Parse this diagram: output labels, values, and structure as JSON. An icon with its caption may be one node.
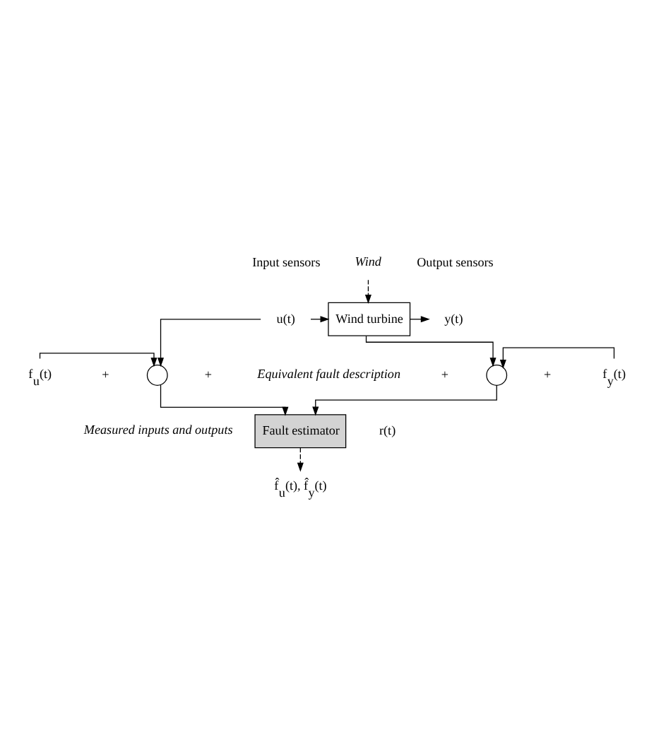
{
  "diagram": {
    "nodes": [
      {
        "text": [
          "Wind turbine"
        ]
      },
      {
        "text": [
          "Fault estimator"
        ],
        "beside": [
          "r(t)"
        ]
      },
      {
        "text": [],
        "shape": "circle"
      },
      {
        "text": [],
        "shape": "circle"
      },
      {
        "text": [
          "u(t)"
        ]
      },
      {
        "text": [
          "f$_{u}$(t)"
        ]
      },
      {
        "text": [
          "f$_{y}$(t)"
        ]
      },
      {
        "text": [
          "y(t)"
        ]
      },
      {
        "text": [
          "Wind"
        ]
      },
      {
        "text": [
          "f̂$_{u}$(t), f̂$_{y}$(t)"
        ]
      }
    ],
    "edges": [
      {
        "from": 4,
        "to": 0,
        "arrow": "to"
      },
      {
        "from": 4,
        "to": 2,
        "arrow": "to"
      },
      {
        "from": 5,
        "to": 2,
        "arrow": "to"
      },
      {
        "from": 8,
        "to": 0,
        "arrow": "to",
        "style": "dashed"
      },
      {
        "from": 0,
        "to": 7,
        "arrow": "to"
      },
      {
        "from": 0,
        "to": 3,
        "arrow": "to"
      },
      {
        "from": 6,
        "to": 3,
        "arrow": "to"
      },
      {
        "from": 2,
        "to": 1,
        "arrow": "to"
      },
      {
        "from": 3,
        "to": 1,
        "arrow": "to"
      },
      {
        "from": 1,
        "to": 9,
        "arrow": "to",
        "style": "dashed"
      }
    ],
    "labels": [
      "Input sensors",
      "Output sensors",
      "+",
      "+",
      "+",
      "+",
      "Equivalent fault description",
      "Measured inputs and outputs"
    ]
  }
}
